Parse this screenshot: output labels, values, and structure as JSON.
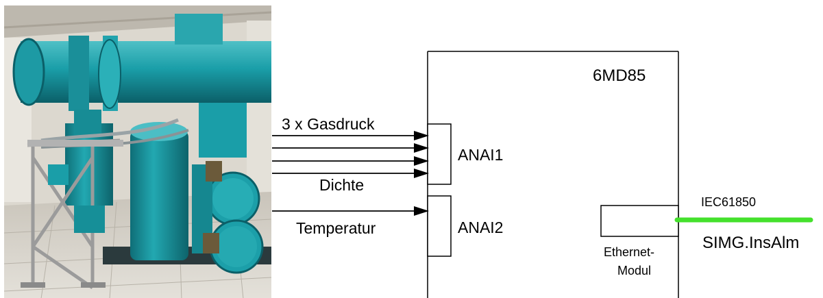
{
  "photo": {
    "subject": "gas-insulated switchgear installation",
    "colors": {
      "equipment": "#1a9ea8",
      "equipment_dark": "#0e6f78",
      "equipment_light": "#55c6cc",
      "wall": "#d9d6cd",
      "floor": "#cfcbc3",
      "frame": "#9a9a9a"
    }
  },
  "device": {
    "name": "6MD85",
    "inputs": [
      {
        "label": "ANAI1"
      },
      {
        "label": "ANAI2"
      }
    ],
    "ethernet_module": {
      "line1": "Ethernet-",
      "line2": "Modul"
    }
  },
  "signals": {
    "gas_pressure": "3 x Gasdruck",
    "density": "Dichte",
    "temperature": "Temperatur"
  },
  "network": {
    "protocol": "IEC61850",
    "signal": "SIMG.InsAlm",
    "line_color": "#44e12c"
  }
}
